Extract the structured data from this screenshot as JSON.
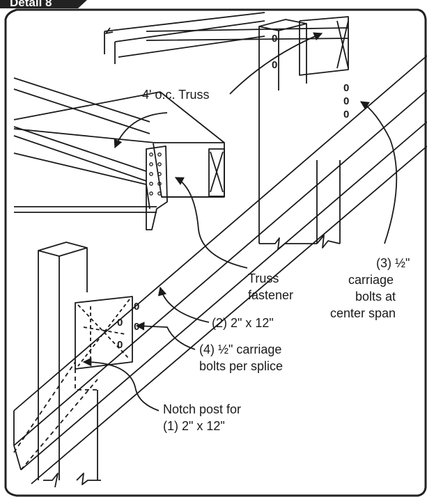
{
  "header_tab": "Detail 8",
  "labels": {
    "truss": "4' o.c. Truss",
    "truss_fastener_1": "Truss",
    "truss_fastener_2": "fastener",
    "beam": "(2) 2\" x 12\"",
    "splice_bolts_1": "(4) ½\" carriage",
    "splice_bolts_2": "bolts per splice",
    "notch_1": "Notch post for",
    "notch_2": "(1) 2\" x 12\"",
    "center_bolts_1": "(3) ½\"",
    "center_bolts_2": "carriage",
    "center_bolts_3": "bolts at",
    "center_bolts_4": "center span"
  },
  "bolt_mark": "0",
  "colors": {
    "line": "#1a1a1a",
    "frame": "#222222",
    "paper": "#ffffff"
  }
}
